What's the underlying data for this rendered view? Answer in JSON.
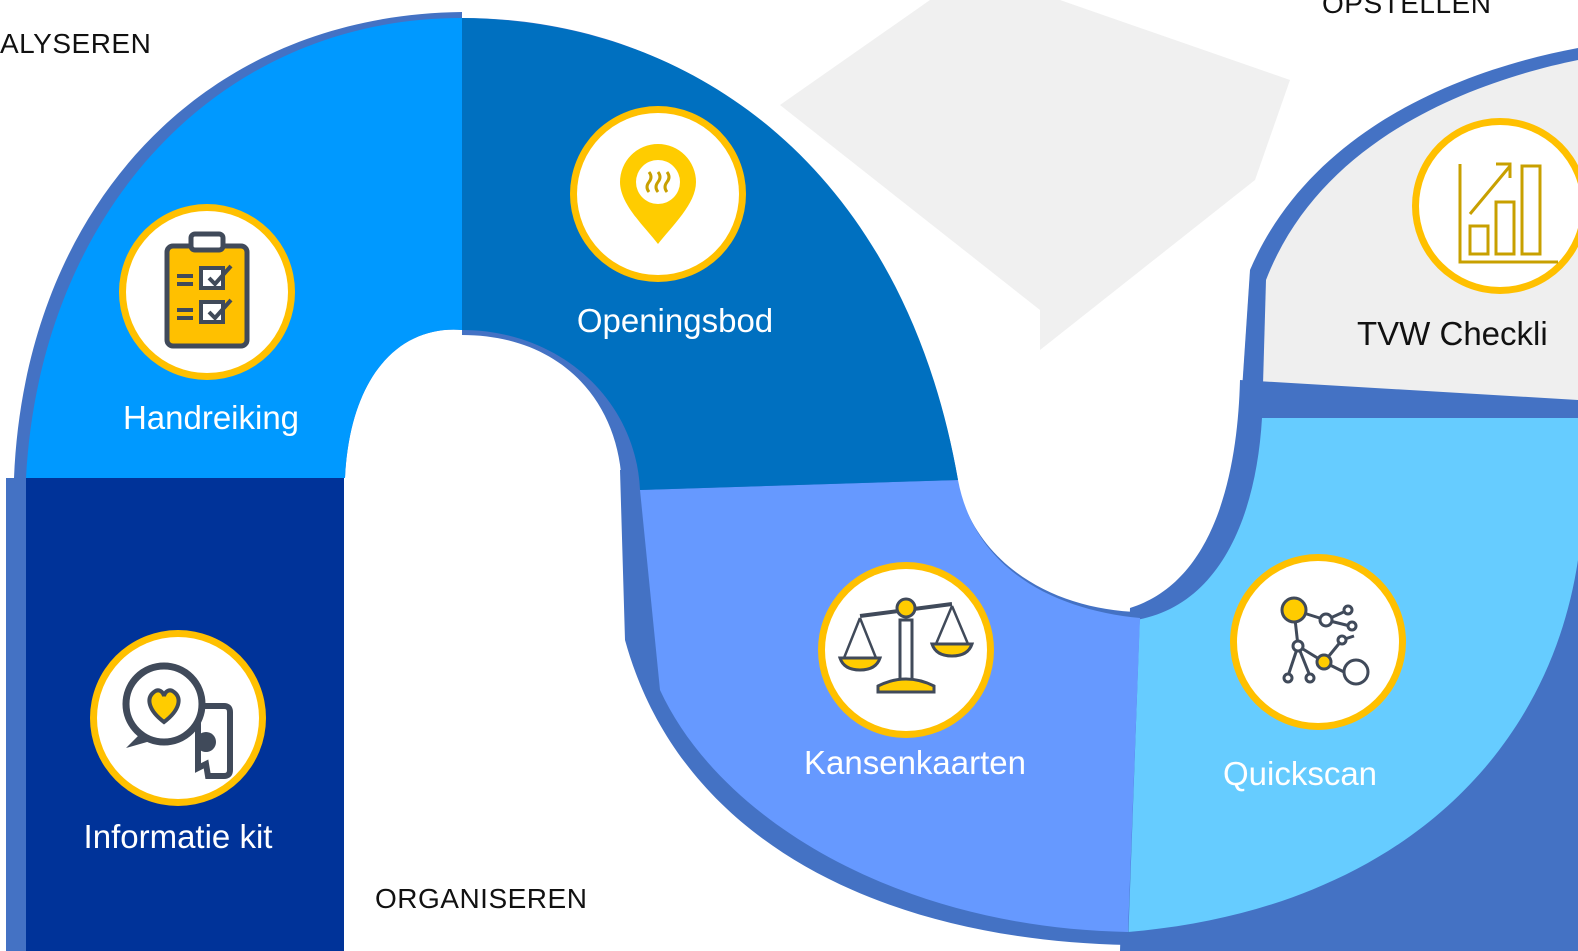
{
  "phases": {
    "top_left": "ALYSEREN",
    "bottom": "ORGANISEREN",
    "top_right": "OPSTELLEN"
  },
  "tools": [
    {
      "label": "Handreiking",
      "icon": "clipboard-checklist-icon"
    },
    {
      "label": "Openingsbod",
      "icon": "location-pin-heat-icon"
    },
    {
      "label": "TVW Checkli",
      "icon": "bar-chart-growth-icon"
    },
    {
      "label": "Informatie kit",
      "icon": "chat-bubbles-heart-icon"
    },
    {
      "label": "Kansenkaarten",
      "icon": "balance-scale-icon"
    },
    {
      "label": "Quickscan",
      "icon": "network-nodes-icon"
    }
  ],
  "colors": {
    "handreiking_segment": "#0099ff",
    "openingsbod_segment": "#0070c0",
    "informatie_kit_segment": "#003399",
    "kansenkaarten_segment": "#6699ff",
    "quickscan_segment": "#66ccff",
    "tvw_segment": "#efefef",
    "edge_shadow": "#4472c4",
    "icon_ring": "#ffc000",
    "icon_accent": "#ffcc00",
    "icon_line": "#404a5a"
  }
}
